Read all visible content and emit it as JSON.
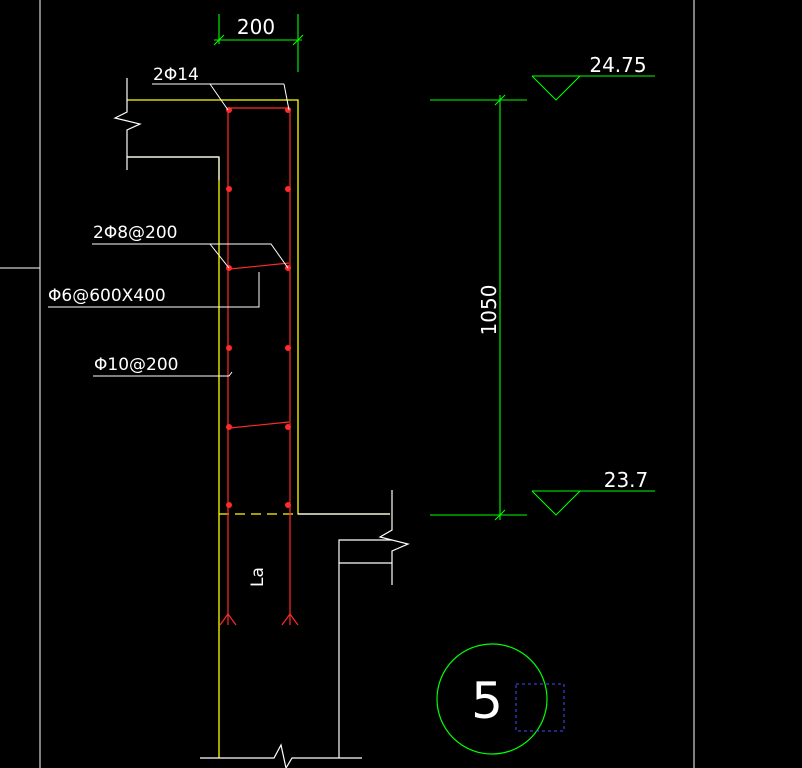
{
  "colors": {
    "background": "#000000",
    "concrete_outline": "#ffff00",
    "rebar": "#ff2a2a",
    "dimension": "#00ff00",
    "annotation": "#ffffff",
    "selection_box": "#4a4aff"
  },
  "labels": {
    "width_dim": "200",
    "top_bars": "2Φ14",
    "distribution_bars": "2Φ8@200",
    "tie_bars": "Φ6@600X400",
    "vertical_bars": "Φ10@200",
    "anchorage": "La"
  },
  "elevations": {
    "top_level": "24.75",
    "bottom_level": "23.7",
    "height_dim": "1050"
  },
  "detail": {
    "number": "5"
  }
}
